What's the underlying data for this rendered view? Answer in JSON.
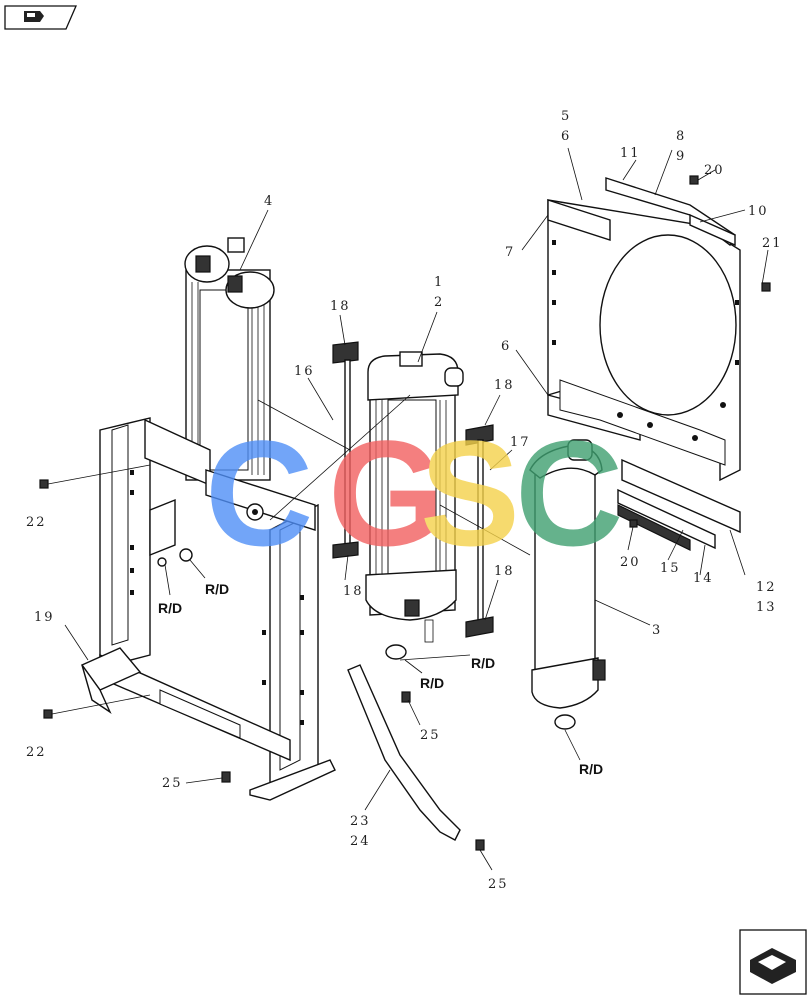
{
  "callouts": [
    {
      "id": "c1",
      "text": "1"
    },
    {
      "id": "c2",
      "text": "2"
    },
    {
      "id": "c3",
      "text": "3"
    },
    {
      "id": "c4",
      "text": "4"
    },
    {
      "id": "c5",
      "text": "5"
    },
    {
      "id": "c6a",
      "text": "6"
    },
    {
      "id": "c6b",
      "text": "6"
    },
    {
      "id": "c7",
      "text": "7"
    },
    {
      "id": "c8",
      "text": "8"
    },
    {
      "id": "c9",
      "text": "9"
    },
    {
      "id": "c10",
      "text": "10"
    },
    {
      "id": "c11",
      "text": "11"
    },
    {
      "id": "c12",
      "text": "12"
    },
    {
      "id": "c13",
      "text": "13"
    },
    {
      "id": "c14",
      "text": "14"
    },
    {
      "id": "c15",
      "text": "15"
    },
    {
      "id": "c16",
      "text": "16"
    },
    {
      "id": "c17",
      "text": "17"
    },
    {
      "id": "c18a",
      "text": "18"
    },
    {
      "id": "c18b",
      "text": "18"
    },
    {
      "id": "c18c",
      "text": "18"
    },
    {
      "id": "c18d",
      "text": "18"
    },
    {
      "id": "c19",
      "text": "19"
    },
    {
      "id": "c20a",
      "text": "20"
    },
    {
      "id": "c20b",
      "text": "20"
    },
    {
      "id": "c21",
      "text": "21"
    },
    {
      "id": "c22a",
      "text": "22"
    },
    {
      "id": "c22b",
      "text": "22"
    },
    {
      "id": "c23",
      "text": "23"
    },
    {
      "id": "c24",
      "text": "24"
    },
    {
      "id": "c25a",
      "text": "25"
    },
    {
      "id": "c25b",
      "text": "25"
    },
    {
      "id": "c25c",
      "text": "25"
    }
  ],
  "rd_labels": [
    {
      "id": "rd1",
      "text": "R/D"
    },
    {
      "id": "rd2",
      "text": "R/D"
    },
    {
      "id": "rd3",
      "text": "R/D"
    },
    {
      "id": "rd4",
      "text": "R/D"
    },
    {
      "id": "rd5",
      "text": "R/D"
    }
  ],
  "watermark": {
    "letters": [
      "C",
      "G",
      "S",
      "C"
    ],
    "colors": [
      "#4f8ff7",
      "#f26060",
      "#f5d24a",
      "#3fa070"
    ]
  },
  "nav": {
    "top_left_icon": "arrow-left-icon",
    "bottom_right_icon": "arrow-right-icon"
  }
}
